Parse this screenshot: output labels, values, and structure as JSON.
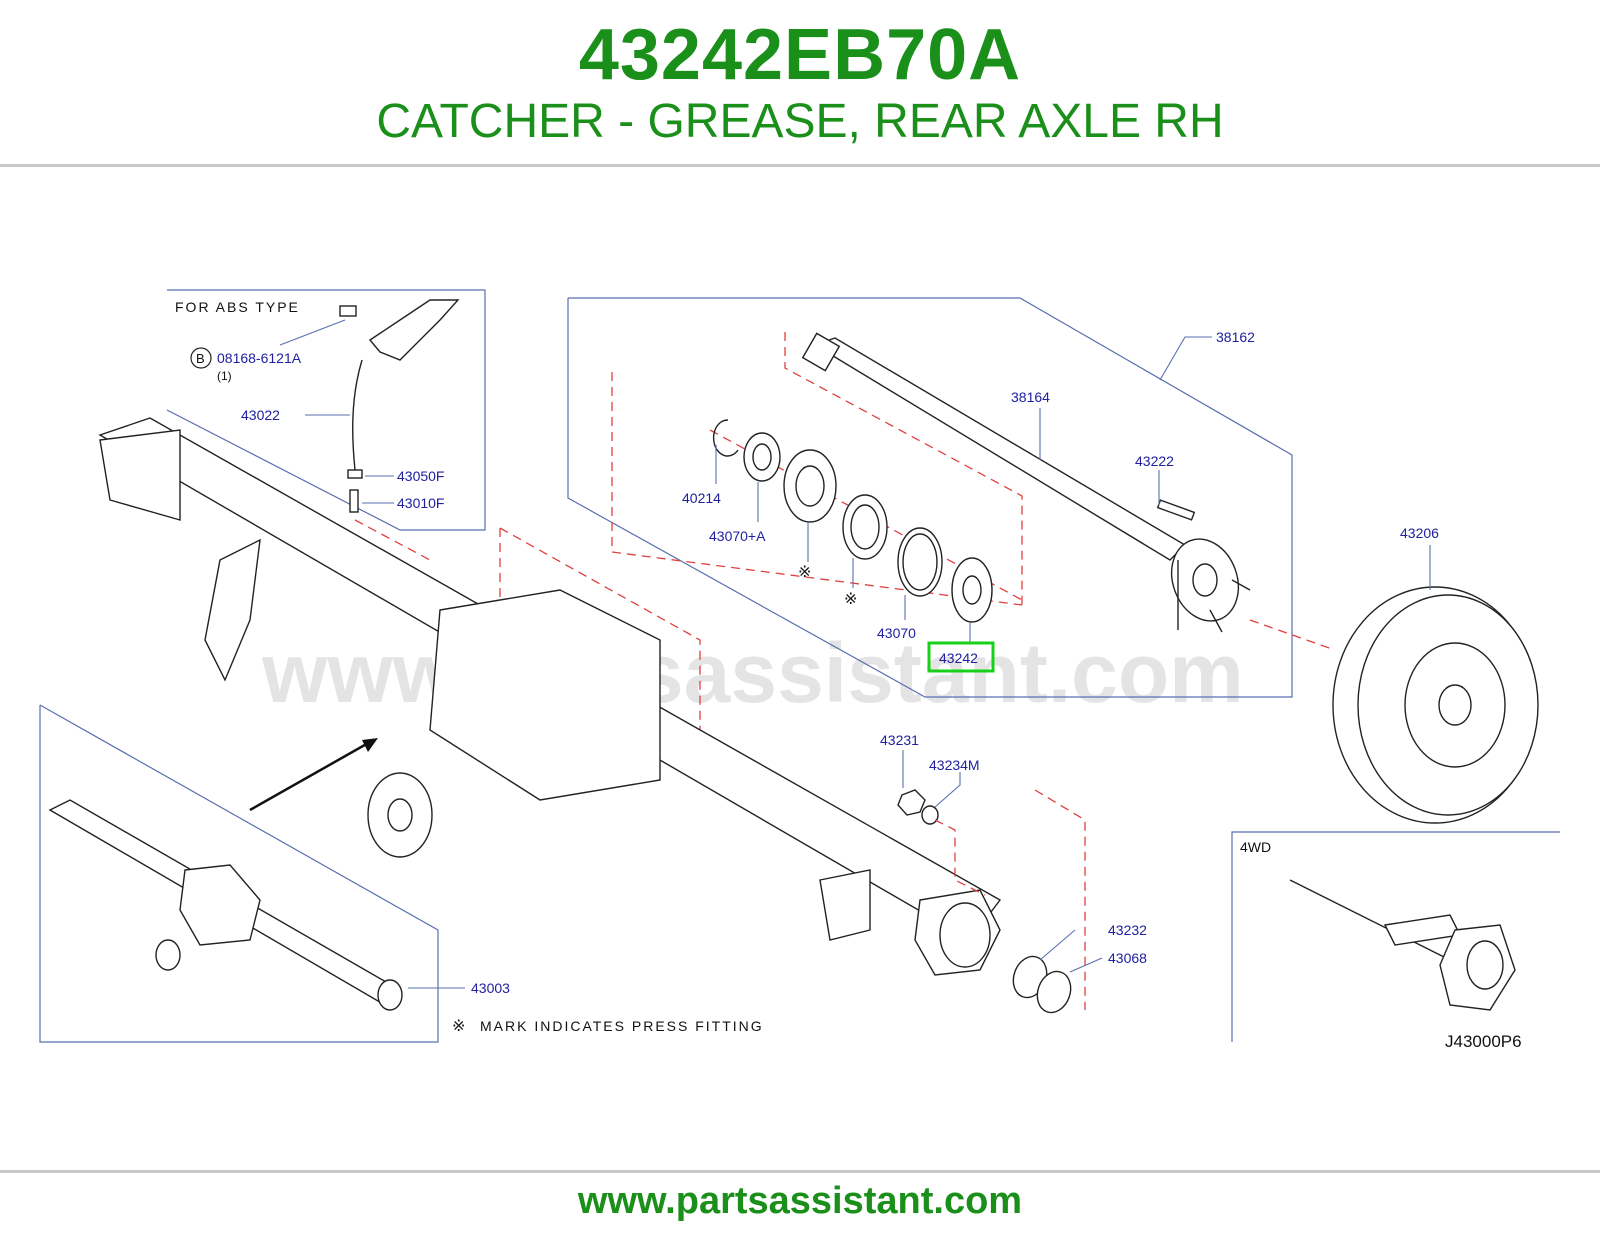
{
  "header": {
    "part_number": "43242EB70A",
    "part_description": "CATCHER - GREASE, REAR AXLE RH"
  },
  "footer": {
    "url": "www.partsassistant.com"
  },
  "watermark": "www.partsassistant.com",
  "diagram": {
    "code": "J43000P6",
    "abs_box_title": "FOR ABS TYPE",
    "fwd_box_title": "4WD",
    "bolt_symbol": "B",
    "bolt_qty": "(1)",
    "press_mark_note": "MARK INDICATES PRESS FITTING",
    "press_mark_symbol": "※",
    "highlighted_part": "43242",
    "labels": {
      "p08168": "08168-6121A",
      "p43022": "43022",
      "p43050F": "43050F",
      "p43010F": "43010F",
      "p38162": "38162",
      "p38164": "38164",
      "p43222": "43222",
      "p40214": "40214",
      "p43070A": "43070+A",
      "p43070": "43070",
      "p43242": "43242",
      "p43206": "43206",
      "p43231": "43231",
      "p43234M": "43234M",
      "p43232": "43232",
      "p43068": "43068",
      "p43003": "43003"
    }
  },
  "colors": {
    "brand_green": "#1a8f1a",
    "label_blue": "#2020a0",
    "highlight": "#18d018",
    "dash_red": "#e04040"
  }
}
